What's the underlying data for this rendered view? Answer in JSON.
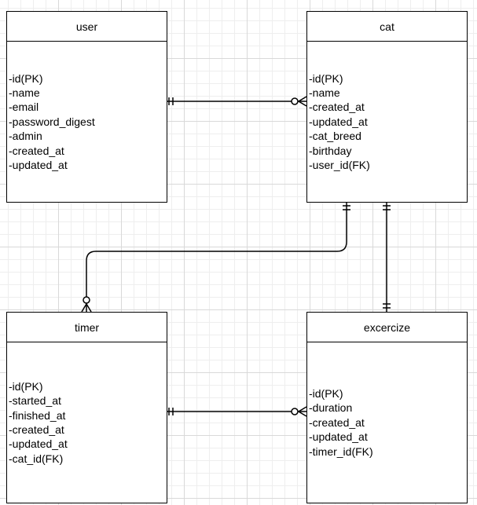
{
  "diagram": {
    "type": "er-diagram",
    "entities": [
      {
        "id": "user",
        "name": "user",
        "attributes": [
          "-id(PK)",
          "-name",
          "-email",
          "-password_digest",
          "-admin",
          "-created_at",
          "-updated_at"
        ]
      },
      {
        "id": "cat",
        "name": "cat",
        "attributes": [
          "-id(PK)",
          "-name",
          "-created_at",
          "-updated_at",
          "-cat_breed",
          "-birthday",
          "-user_id(FK)"
        ]
      },
      {
        "id": "timer",
        "name": "timer",
        "attributes": [
          "-id(PK)",
          "-started_at",
          "-finished_at",
          "-created_at",
          "-updated_at",
          "-cat_id(FK)"
        ]
      },
      {
        "id": "excercize",
        "name": "excercize",
        "attributes": [
          "-id(PK)",
          "-duration",
          "-created_at",
          "-updated_at",
          "-timer_id(FK)"
        ]
      }
    ],
    "relationships": [
      {
        "from": "user",
        "to": "cat",
        "from_cardinality": "exactly-one",
        "to_cardinality": "zero-or-many"
      },
      {
        "from": "cat",
        "to": "timer",
        "from_cardinality": "exactly-one",
        "to_cardinality": "zero-or-many"
      },
      {
        "from": "cat",
        "to": "excercize",
        "from_cardinality": "exactly-one",
        "to_cardinality": "exactly-one"
      },
      {
        "from": "timer",
        "to": "excercize",
        "from_cardinality": "exactly-one",
        "to_cardinality": "zero-or-many"
      }
    ],
    "colors": {
      "line": "#000000",
      "box_fill": "#ffffff",
      "grid": "#d9d9d9"
    }
  }
}
